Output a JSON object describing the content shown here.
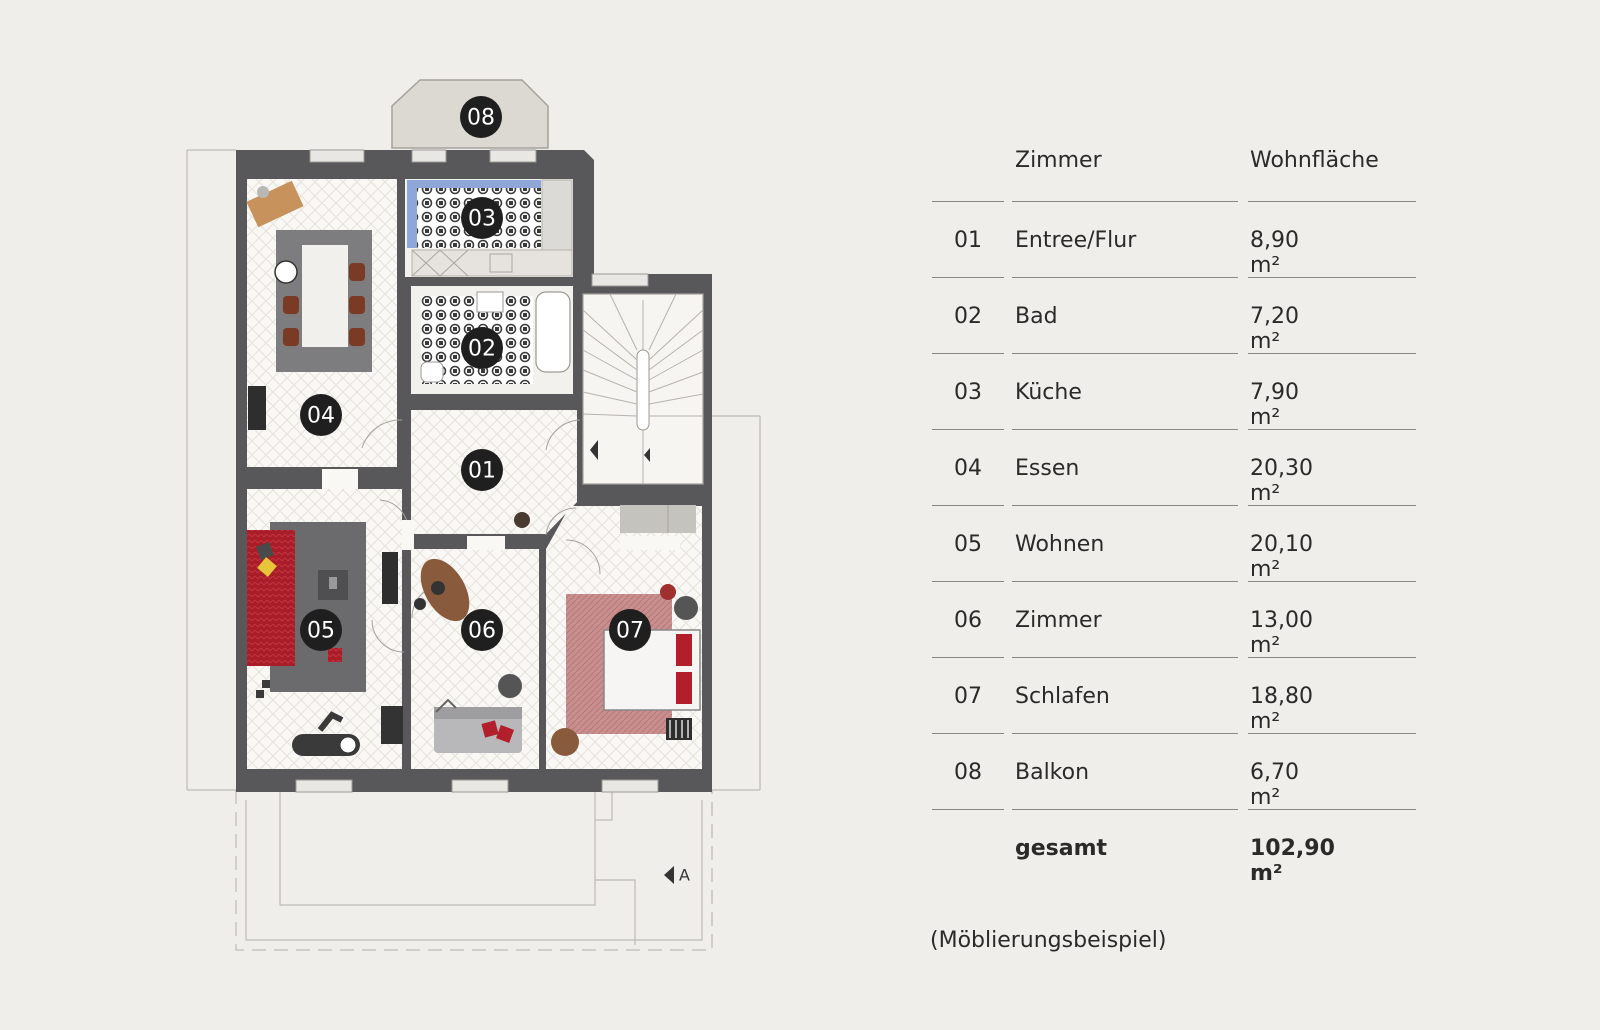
{
  "table": {
    "col_room": "Zimmer",
    "col_area": "Wohnfläche",
    "rows": [
      {
        "no": "01",
        "room": "Entree/Flur",
        "area": "8,90 m²"
      },
      {
        "no": "02",
        "room": "Bad",
        "area": "7,20 m²"
      },
      {
        "no": "03",
        "room": "Küche",
        "area": "7,90 m²"
      },
      {
        "no": "04",
        "room": "Essen",
        "area": "20,30 m²"
      },
      {
        "no": "05",
        "room": "Wohnen",
        "area": "20,10 m²"
      },
      {
        "no": "06",
        "room": "Zimmer",
        "area": "13,00 m²"
      },
      {
        "no": "07",
        "room": "Schlafen",
        "area": "18,80 m²"
      },
      {
        "no": "08",
        "room": "Balkon",
        "area": "6,70 m²"
      }
    ],
    "total_label": "gesamt",
    "total_area": "102,90 m²"
  },
  "note": "(Möblierungsbeispiel)",
  "plan": {
    "tags": [
      "01",
      "02",
      "03",
      "04",
      "05",
      "06",
      "07",
      "08"
    ],
    "section_marker": "A"
  },
  "colors": {
    "wall": "#58585a",
    "floor": "#faf8f5",
    "tile_blue": "#8ea7d6",
    "sofa_red": "#b21e2a",
    "rug_pink": "#c98e8e",
    "wood": "#8a5a3c",
    "tag": "#1f1f1f"
  }
}
